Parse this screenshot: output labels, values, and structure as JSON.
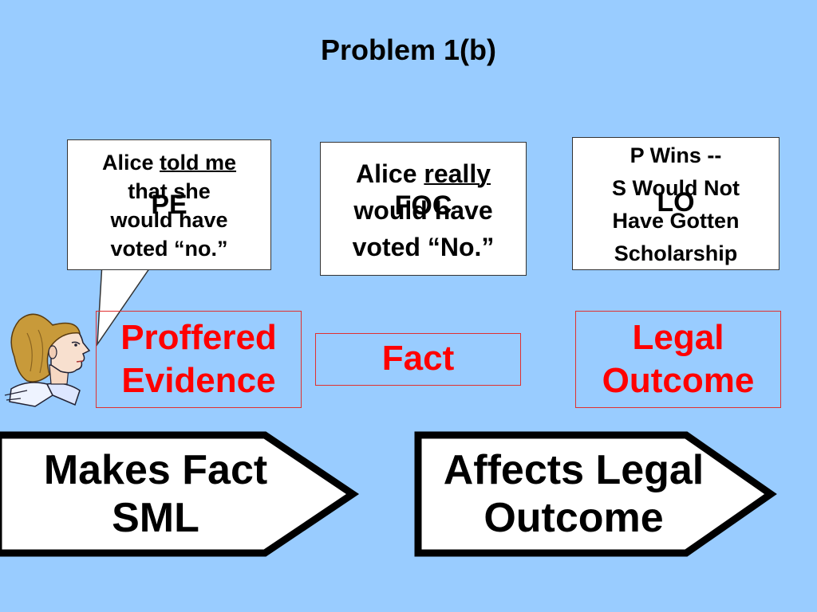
{
  "title": "Problem 1(b)",
  "callout_pe": {
    "label": "PE",
    "line1_plain": "Alice ",
    "line1_underlined": "told me",
    "line2": "that she",
    "line3": "would have",
    "line4": "voted “no.”"
  },
  "callout_foc": {
    "label": "FOC",
    "line1_plain": "Alice ",
    "line1_underlined": "really",
    "line2": "would have",
    "line3": "voted “No.”"
  },
  "callout_lo": {
    "label": "LO",
    "line1": "P Wins --",
    "line2": "S Would Not",
    "line3": "Have Gotten",
    "line4": "Scholarship"
  },
  "red_boxes": {
    "proffered_line1": "Proffered",
    "proffered_line2": "Evidence",
    "fact": "Fact",
    "legal_line1": "Legal",
    "legal_line2": "Outcome"
  },
  "arrows": {
    "left_line1": "Makes Fact",
    "left_line2": "SML",
    "right_line1": "Affects Legal",
    "right_line2": "Outcome"
  },
  "colors": {
    "background": "#99ccff",
    "red_text": "#ff0000",
    "box_fill": "#ffffff"
  }
}
